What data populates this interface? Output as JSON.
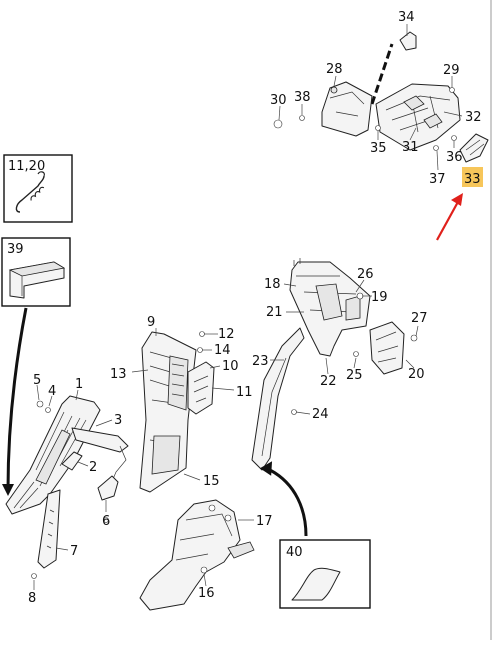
{
  "callouts": {
    "c1": "1",
    "c2": "2",
    "c3": "3",
    "c4": "4",
    "c5": "5",
    "c6": "6",
    "c7": "7",
    "c8": "8",
    "c9": "9",
    "c10": "10",
    "c11": "11",
    "c12": "12",
    "c13": "13",
    "c14": "14",
    "c15": "15",
    "c16": "16",
    "c17": "17",
    "c18": "18",
    "c19": "19",
    "c20": "20",
    "c21": "21",
    "c22": "22",
    "c23": "23",
    "c24": "24",
    "c25": "25",
    "c26": "26",
    "c27": "27",
    "c28": "28",
    "c29": "29",
    "c30": "30",
    "c31": "31",
    "c32": "32",
    "c34": "34",
    "c35": "35",
    "c36": "36",
    "c37": "37",
    "c38": "38"
  },
  "highlighted_callout": {
    "label": "33",
    "color": "#f7c65a"
  },
  "insets": {
    "spring": {
      "label": "11,20"
    },
    "clip": {
      "label": "39"
    },
    "pad": {
      "label": "40"
    }
  },
  "colors": {
    "arrow": "#e0201b",
    "highlight": "#f7c65a"
  }
}
